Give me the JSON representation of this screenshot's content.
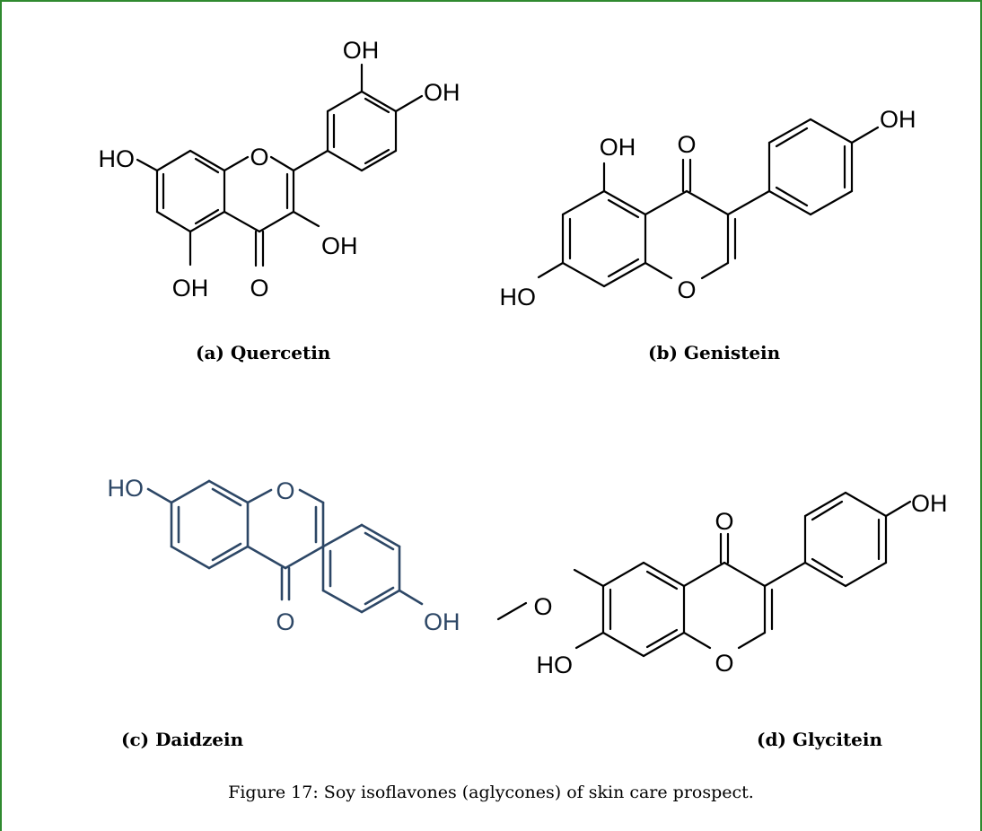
{
  "structures": {
    "quercetin": {
      "caption": "(a) Quercetin",
      "atoms": {
        "oh1": "OH",
        "oh2": "OH",
        "ho7": "HO",
        "o1": "O",
        "oh3": "OH",
        "oh5": "OH",
        "o4": "O"
      }
    },
    "genistein": {
      "caption": "(b) Genistein",
      "atoms": {
        "oh5": "OH",
        "o4": "O",
        "oh4p": "OH",
        "ho7": "HO",
        "o1": "O"
      }
    },
    "daidzein": {
      "caption": "(c) Daidzein",
      "atoms": {
        "ho7": "HO",
        "o1": "O",
        "o4": "O",
        "oh4p": "OH"
      }
    },
    "glycitein": {
      "caption": "(d) Glycitein",
      "atoms": {
        "o4": "O",
        "oh4p": "OH",
        "ome": "O",
        "ho7": "HO",
        "o1": "O"
      }
    }
  },
  "figure_caption": "Figure 17: Soy isoflavones (aglycones) of skin care prospect.",
  "colors": {
    "border": "#2f8a2f",
    "daidzein": "#2d4766"
  }
}
